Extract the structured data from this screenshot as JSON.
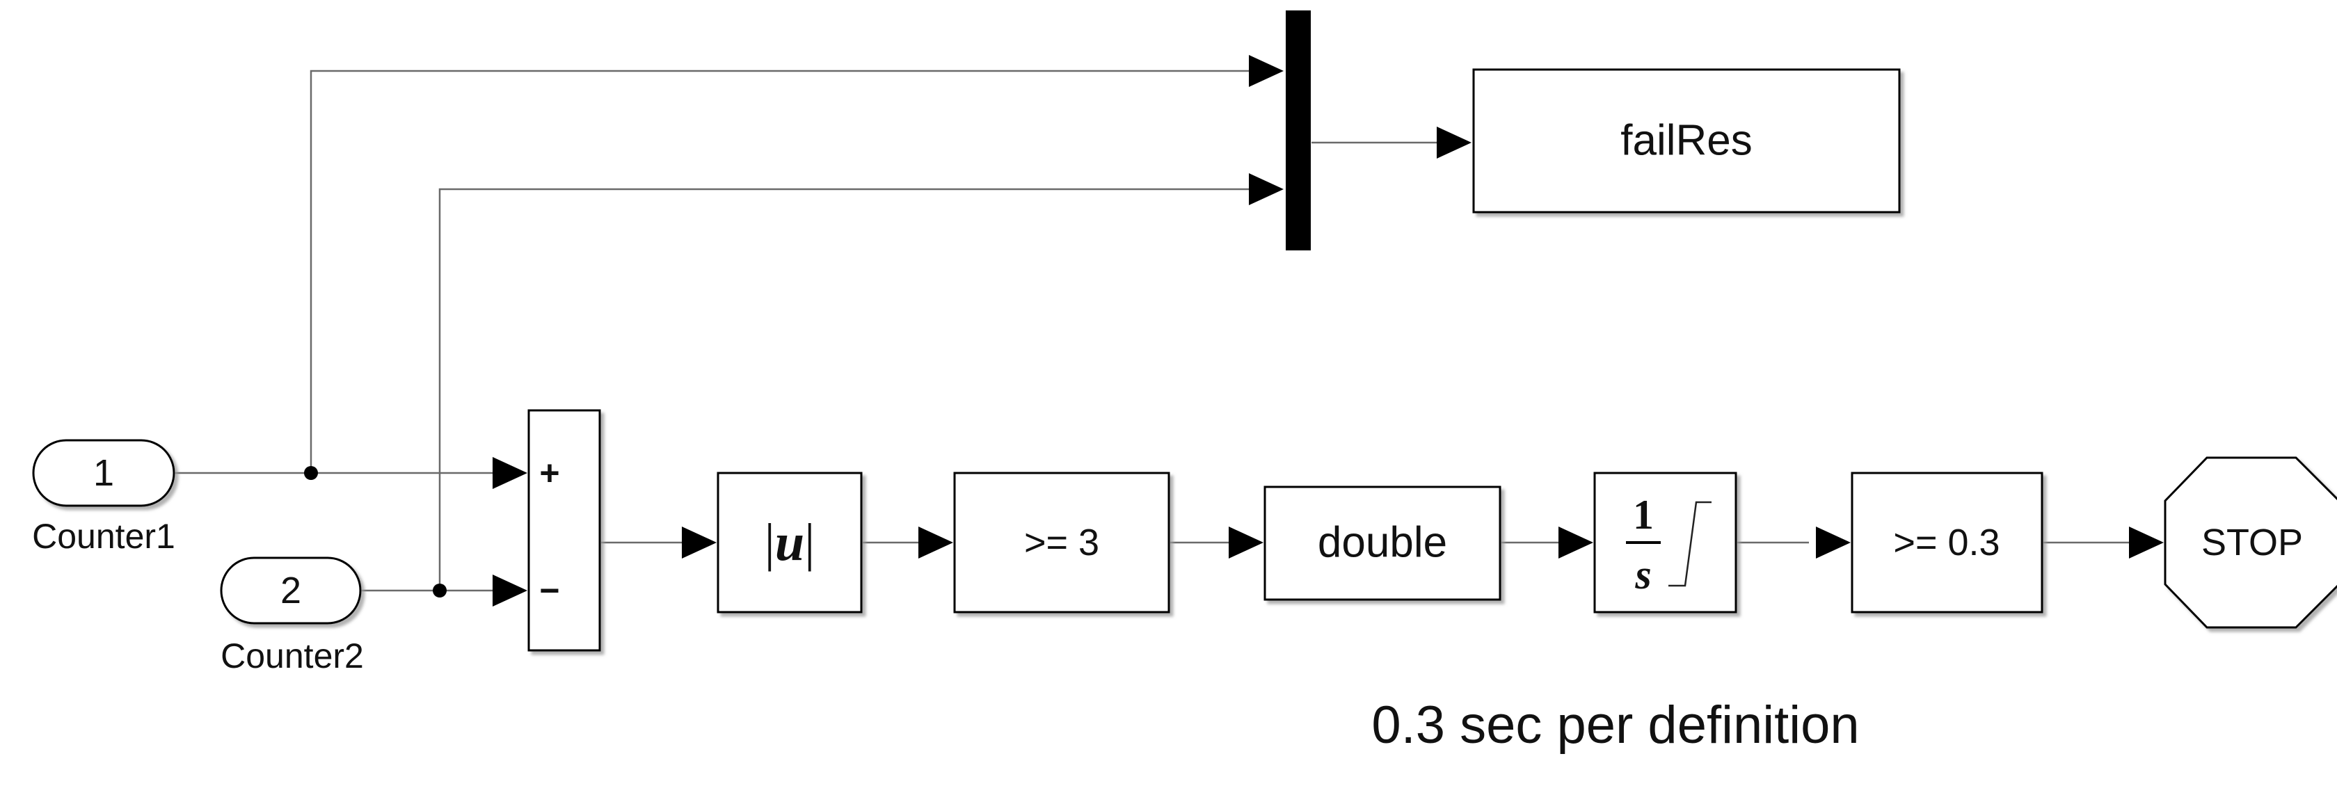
{
  "inports": [
    {
      "number": "1",
      "name": "Counter1"
    },
    {
      "number": "2",
      "name": "Counter2"
    }
  ],
  "sum_block": {
    "signs": [
      "+",
      "−"
    ]
  },
  "abs_block": {
    "bar_left": "|",
    "symbol": "u",
    "bar_right": "|"
  },
  "compare_block_1": {
    "label": ">= 3"
  },
  "convert_block": {
    "label": "double"
  },
  "integrator_block": {
    "numerator": "1",
    "denominator": "s"
  },
  "compare_block_2": {
    "label": ">= 0.3"
  },
  "stop_block": {
    "label": "STOP"
  },
  "scope_block": {
    "label": "failRes"
  },
  "annotation": {
    "text": "0.3 sec per definition"
  }
}
